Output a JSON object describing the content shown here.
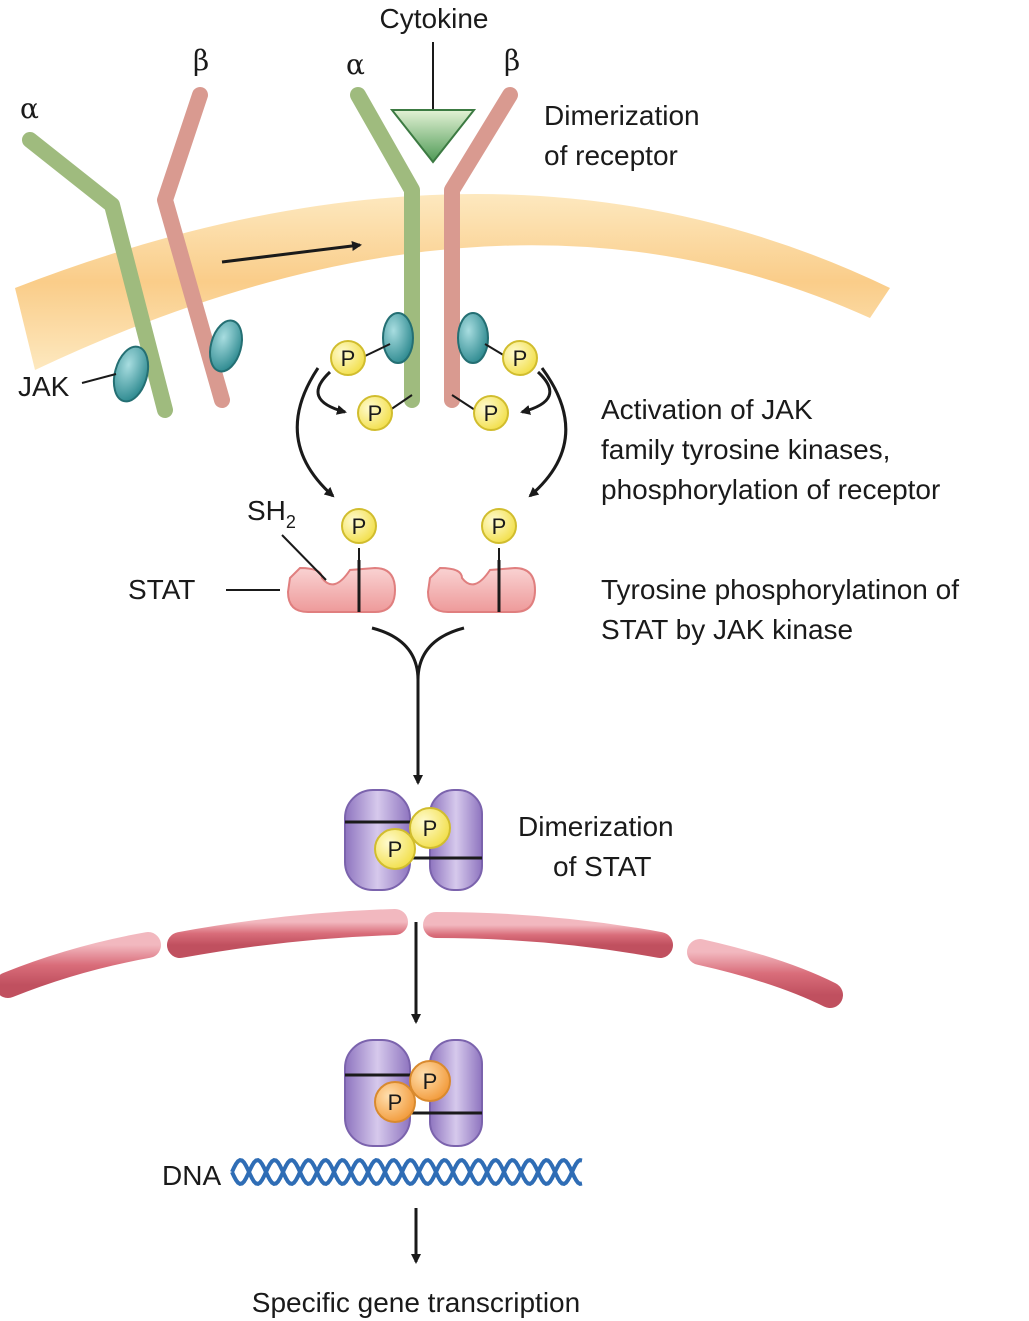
{
  "labels": {
    "cytokine": "Cytokine",
    "alpha": "α",
    "beta": "β",
    "jak": "JAK",
    "sh2_main": "SH",
    "sh2_sub": "2",
    "stat": "STAT",
    "dna": "DNA",
    "phospho": "P"
  },
  "steps": {
    "dimerization_receptor": [
      "Dimerization",
      "of receptor"
    ],
    "activation_jak": [
      "Activation of JAK",
      "family tyrosine kinases,",
      "phosphorylation of receptor"
    ],
    "stat_phosphorylation": [
      "Tyrosine phosphorylatinon of",
      "STAT by JAK kinase"
    ],
    "dimerization_stat": [
      "Dimerization",
      "of STAT"
    ],
    "transcription": "Specific gene transcription"
  },
  "colors": {
    "alpha_chain": "#9fbb7e",
    "beta_chain": "#d99a90",
    "membrane": "#f9c77c",
    "jak": "#2e9b9f",
    "phosphate": "#f5e663",
    "stat": "#f3a7a7",
    "stat_dimer": "#a993cf",
    "nuclear_envelope": "#d96d7a",
    "nuclear_phosphate": "#f5a54a",
    "dna": "#2f6db5",
    "cytokine": "#4e9a55"
  }
}
